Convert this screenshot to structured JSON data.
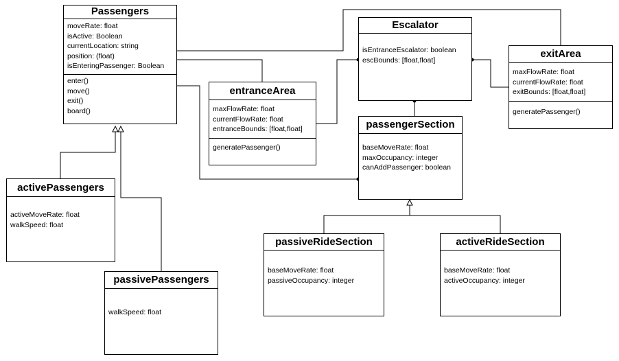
{
  "diagram": {
    "classes": {
      "passengers": {
        "name": "Passengers",
        "attributes": [
          "moveRate: float",
          "isActive: Boolean",
          "currentLocation: string",
          "position: (float)",
          "isEnteringPassenger: Boolean"
        ],
        "methods": [
          "enter()",
          "move()",
          "exit()",
          "board()"
        ]
      },
      "escalator": {
        "name": "Escalator",
        "attributes": [
          "isEntranceEscalator: boolean",
          "escBounds: [float,float]"
        ]
      },
      "exitArea": {
        "name": "exitArea",
        "attributes": [
          "maxFlowRate: float",
          "currentFlowRate: float",
          "exitBounds: [float,float]"
        ],
        "methods": [
          "generatePassenger()"
        ]
      },
      "entranceArea": {
        "name": "entranceArea",
        "attributes": [
          "maxFlowRate: float",
          "currentFlowRate: float",
          "entranceBounds: [float,float]"
        ],
        "methods": [
          "generatePassenger()"
        ]
      },
      "passengerSection": {
        "name": "passengerSection",
        "attributes": [
          "baseMoveRate: float",
          "maxOccupancy: integer",
          "canAddPassenger: boolean"
        ]
      },
      "activePassengers": {
        "name": "activePassengers",
        "attributes": [
          "activeMoveRate: float",
          "walkSpeed: float"
        ]
      },
      "passivePassengers": {
        "name": "passivePassengers",
        "attributes": [
          "walkSpeed: float"
        ]
      },
      "passiveRideSection": {
        "name": "passiveRideSection",
        "attributes": [
          "baseMoveRate: float",
          "passiveOccupancy: integer"
        ]
      },
      "activeRideSection": {
        "name": "activeRideSection",
        "attributes": [
          "baseMoveRate: float",
          "activeOccupancy: integer"
        ]
      }
    }
  }
}
